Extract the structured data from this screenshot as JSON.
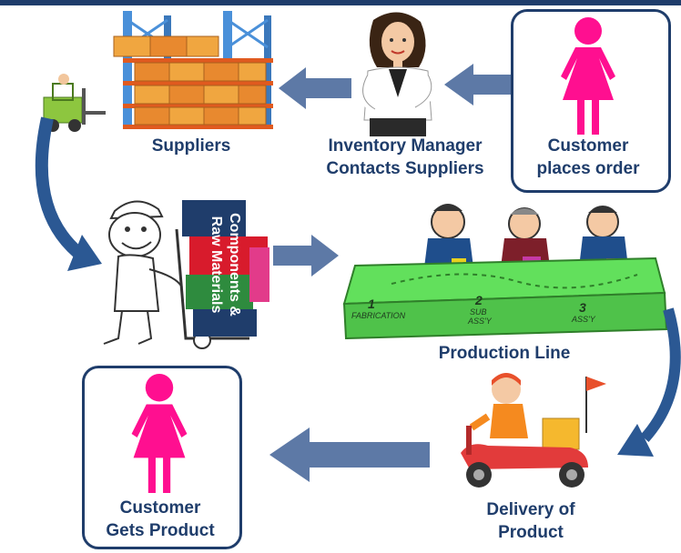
{
  "labels": {
    "suppliers": "Suppliers",
    "inventory_line1": "Inventory Manager",
    "inventory_line2": "Contacts Suppliers",
    "customer_order_line1": "Customer",
    "customer_order_line2": "places order",
    "production_line": "Production Line",
    "delivery_line1": "Delivery of",
    "delivery_line2": "Product",
    "customer_gets_line1": "Customer",
    "customer_gets_line2": "Gets Product"
  },
  "box_text": {
    "line1": "Components &",
    "line2": "Raw Materials"
  },
  "station_labels": {
    "s1_num": "1",
    "s1_name": "FABRICATION",
    "s2_num": "2",
    "s2_name1": "SUB",
    "s2_name2": "ASS'Y",
    "s3_num": "3",
    "s3_name": "ASS'Y"
  },
  "colors": {
    "navy": "#1f3d6b",
    "arrow": "#5d79a6",
    "customer_pink": "#ff0f90",
    "conveyor_green": "#62e05c",
    "rack_blue": "#4a90d9",
    "crate_orange": "#e8892f"
  }
}
